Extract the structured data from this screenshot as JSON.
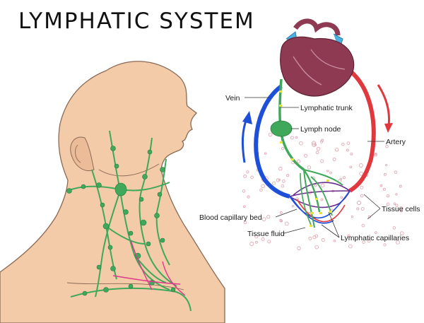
{
  "title": "LYMPHATIC SYSTEM",
  "labels": {
    "vein": "Vein",
    "lymphatic_trunk": "Lymphatic trunk",
    "lymph_node": "Lymph node",
    "artery": "Artery",
    "tissue_cells": "Tissue cells",
    "blood_capillary_bed": "Blood capillary bed",
    "tissue_fluid": "Tissue fluid",
    "lymphatic_capillaries": "Lymphatic capillaries"
  },
  "colors": {
    "skin": "#f3cba9",
    "skin_outline": "#8a6a55",
    "lymph_green": "#3fa85a",
    "vein_blue": "#1d4fd8",
    "artery_red": "#e0383d",
    "heart": "#8e3a52",
    "capillary_purple": "#6a2b8c",
    "tissue_cells": "#e3a9b4"
  }
}
